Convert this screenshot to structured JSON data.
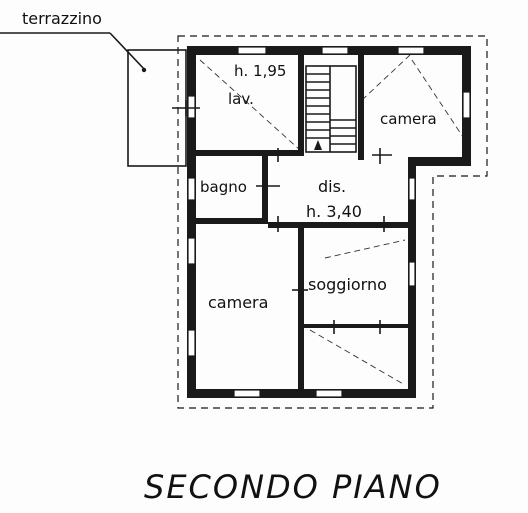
{
  "title": "SECONDO PIANO",
  "rooms": {
    "terrace": "terrazzino",
    "height_small": "h. 1,95",
    "laundry": "lav.",
    "bedroom_ne": "camera",
    "bathroom": "bagno",
    "hall": "dis.",
    "height_hall": "h. 3,40",
    "bedroom_sw": "camera",
    "living": "soggiorno"
  }
}
